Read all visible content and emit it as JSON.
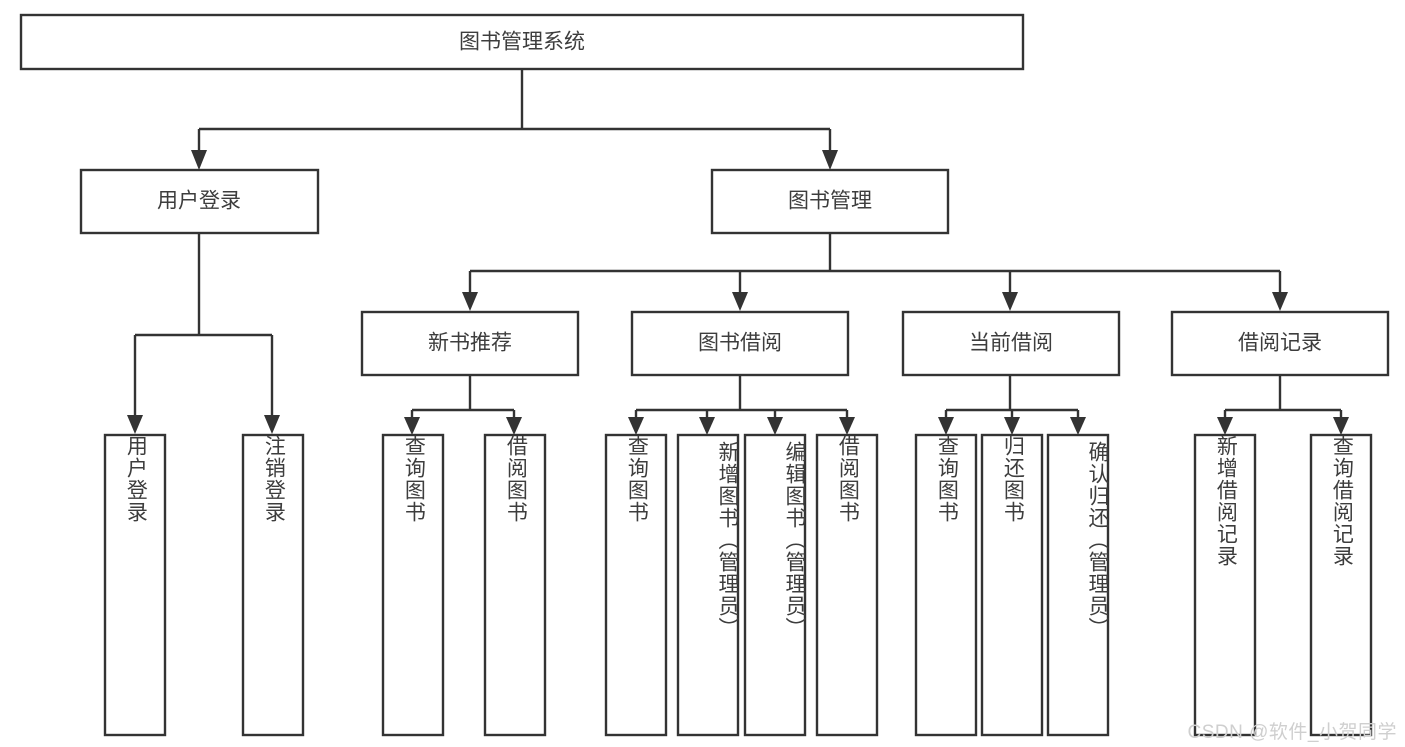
{
  "diagram": {
    "title": "图书管理系统",
    "type": "tree",
    "watermark": "CSDN @软件_小贺同学",
    "colors": {
      "box_stroke": "#333333",
      "box_fill": "#ffffff",
      "text": "#3d3d3d",
      "watermark": "#cfcfcf",
      "background": "#ffffff"
    },
    "root": {
      "id": "root",
      "label": "图书管理系统",
      "orientation": "horizontal"
    },
    "level2": [
      {
        "id": "user-login",
        "label": "用户登录",
        "orientation": "horizontal"
      },
      {
        "id": "book-manage",
        "label": "图书管理",
        "orientation": "horizontal"
      }
    ],
    "level3": [
      {
        "id": "new-book-rec",
        "label": "新书推荐",
        "parent": "book-manage",
        "orientation": "horizontal"
      },
      {
        "id": "book-borrow",
        "label": "图书借阅",
        "parent": "book-manage",
        "orientation": "horizontal"
      },
      {
        "id": "current-borrow",
        "label": "当前借阅",
        "parent": "book-manage",
        "orientation": "horizontal"
      },
      {
        "id": "borrow-record",
        "label": "借阅记录",
        "parent": "book-manage",
        "orientation": "horizontal"
      }
    ],
    "leaves": [
      {
        "id": "leaf-user-login",
        "label": "用户登录",
        "parent": "user-login",
        "orientation": "vertical"
      },
      {
        "id": "leaf-logout",
        "label": "注销登录",
        "parent": "user-login",
        "orientation": "vertical"
      },
      {
        "id": "leaf-query-book-1",
        "label": "查询图书",
        "parent": "new-book-rec",
        "orientation": "vertical"
      },
      {
        "id": "leaf-borrow-book-1",
        "label": "借阅图书",
        "parent": "new-book-rec",
        "orientation": "vertical"
      },
      {
        "id": "leaf-query-book-2",
        "label": "查询图书",
        "parent": "book-borrow",
        "orientation": "vertical"
      },
      {
        "id": "leaf-add-book",
        "label": "新增图书（管理员）",
        "parent": "book-borrow",
        "orientation": "vertical"
      },
      {
        "id": "leaf-edit-book",
        "label": "编辑图书（管理员）",
        "parent": "book-borrow",
        "orientation": "vertical"
      },
      {
        "id": "leaf-borrow-book-2",
        "label": "借阅图书",
        "parent": "book-borrow",
        "orientation": "vertical"
      },
      {
        "id": "leaf-query-book-3",
        "label": "查询图书",
        "parent": "current-borrow",
        "orientation": "vertical"
      },
      {
        "id": "leaf-return-book",
        "label": "归还图书",
        "parent": "current-borrow",
        "orientation": "vertical"
      },
      {
        "id": "leaf-confirm-return",
        "label": "确认归还（管理员）",
        "parent": "current-borrow",
        "orientation": "vertical"
      },
      {
        "id": "leaf-add-record",
        "label": "新增借阅记录",
        "parent": "borrow-record",
        "orientation": "vertical"
      },
      {
        "id": "leaf-query-record",
        "label": "查询借阅记录",
        "parent": "borrow-record",
        "orientation": "vertical"
      }
    ]
  }
}
